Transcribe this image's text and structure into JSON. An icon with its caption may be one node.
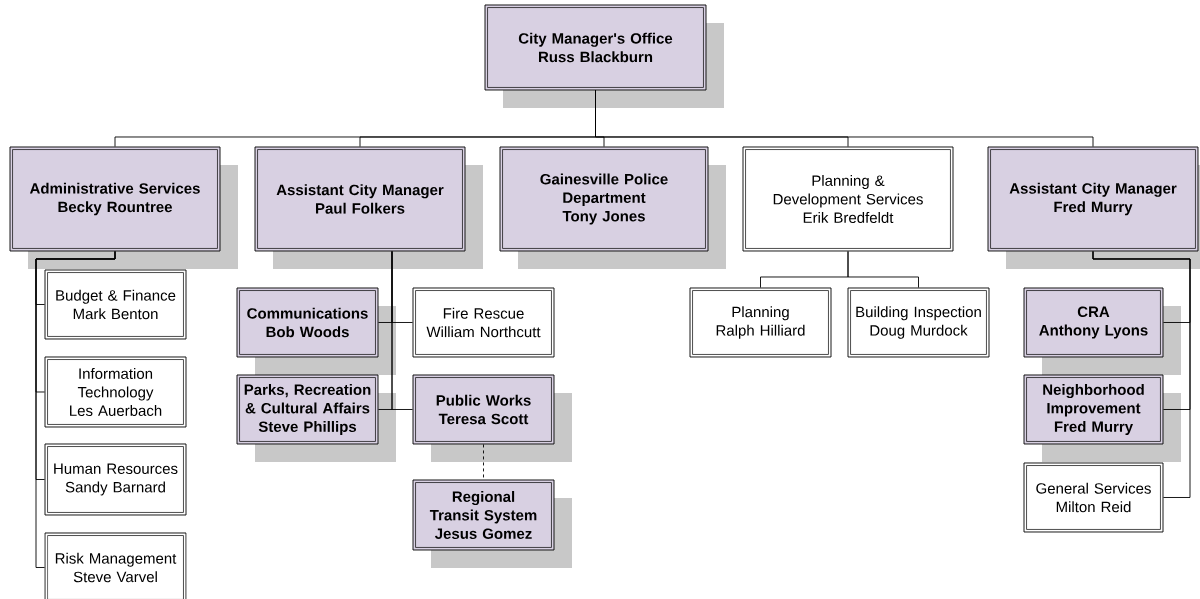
{
  "diagram": {
    "nodes": [
      {
        "text": [
          "City Manager's Office",
          "Russ Blackburn"
        ]
      },
      {
        "text": [
          "Administrative Services",
          "Becky Rountree"
        ]
      },
      {
        "text": [
          "Assistant City Manager",
          "Paul Folkers"
        ]
      },
      {
        "text": [
          "Gainesville Police Department",
          "Tony Jones"
        ]
      },
      {
        "text": [
          "Planning & Development Services",
          "Erik Bredfeldt"
        ]
      },
      {
        "text": [
          "Assistant City Manager",
          "Fred Murry"
        ]
      },
      {
        "text": [
          "Budget & Finance",
          "Mark Benton"
        ]
      },
      {
        "text": [
          "Information Technology",
          "Les Auerbach"
        ]
      },
      {
        "text": [
          "Human Resources",
          "Sandy Barnard"
        ]
      },
      {
        "text": [
          "Risk Management",
          "Steve Varvel"
        ]
      },
      {
        "text": [
          "Communications",
          "Bob Woods"
        ]
      },
      {
        "text": [
          "Fire Rescue",
          "William Northcutt"
        ]
      },
      {
        "text": [
          "Parks, Recreation & Cultural Affairs",
          "Steve Phillips"
        ]
      },
      {
        "text": [
          "Public Works",
          "Teresa Scott"
        ]
      },
      {
        "text": [
          "Regional Transit System",
          "Jesus Gomez"
        ]
      },
      {
        "text": [
          "Planning",
          "Ralph Hilliard"
        ]
      },
      {
        "text": [
          "Building Inspection",
          "Doug Murdock"
        ]
      },
      {
        "text": [
          "CRA",
          "Anthony Lyons"
        ]
      },
      {
        "text": [
          "Neighborhood Improvement",
          "Fred Murry"
        ]
      },
      {
        "text": [
          "General Services",
          "Milton Reid"
        ]
      }
    ],
    "edges": [
      {
        "from": 0,
        "to": 1,
        "arrow": "none"
      },
      {
        "from": 0,
        "to": 2,
        "arrow": "none"
      },
      {
        "from": 0,
        "to": 3,
        "arrow": "none"
      },
      {
        "from": 0,
        "to": 4,
        "arrow": "none"
      },
      {
        "from": 0,
        "to": 5,
        "arrow": "none"
      },
      {
        "from": 1,
        "to": 6,
        "arrow": "none"
      },
      {
        "from": 1,
        "to": 7,
        "arrow": "none"
      },
      {
        "from": 1,
        "to": 8,
        "arrow": "none"
      },
      {
        "from": 1,
        "to": 9,
        "arrow": "none"
      },
      {
        "from": 2,
        "to": 10,
        "arrow": "none"
      },
      {
        "from": 2,
        "to": 11,
        "arrow": "none"
      },
      {
        "from": 2,
        "to": 12,
        "arrow": "none"
      },
      {
        "from": 2,
        "to": 13,
        "arrow": "none"
      },
      {
        "from": 13,
        "to": 14,
        "arrow": "none",
        "style": "dashed"
      },
      {
        "from": 4,
        "to": 15,
        "arrow": "none"
      },
      {
        "from": 4,
        "to": 16,
        "arrow": "none"
      },
      {
        "from": 5,
        "to": 17,
        "arrow": "none"
      },
      {
        "from": 5,
        "to": 18,
        "arrow": "none"
      },
      {
        "from": 5,
        "to": 19,
        "arrow": "none"
      }
    ]
  }
}
